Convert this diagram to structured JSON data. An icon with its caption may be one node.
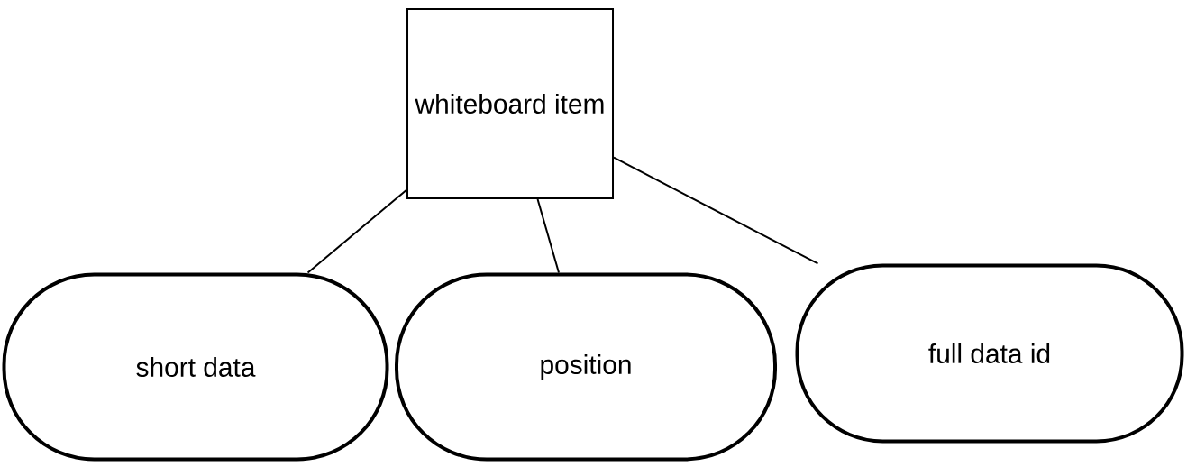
{
  "diagram": {
    "nodes": [
      {
        "text": [
          "whiteboard item"
        ]
      },
      {
        "text": [
          "short data"
        ]
      },
      {
        "text": [
          "position"
        ]
      },
      {
        "text": [
          "full data id"
        ]
      }
    ],
    "edges": [
      {
        "from": 0,
        "to": 1,
        "arrow": "none"
      },
      {
        "from": 0,
        "to": 2,
        "arrow": "none"
      },
      {
        "from": 0,
        "to": 3,
        "arrow": "none"
      }
    ]
  }
}
